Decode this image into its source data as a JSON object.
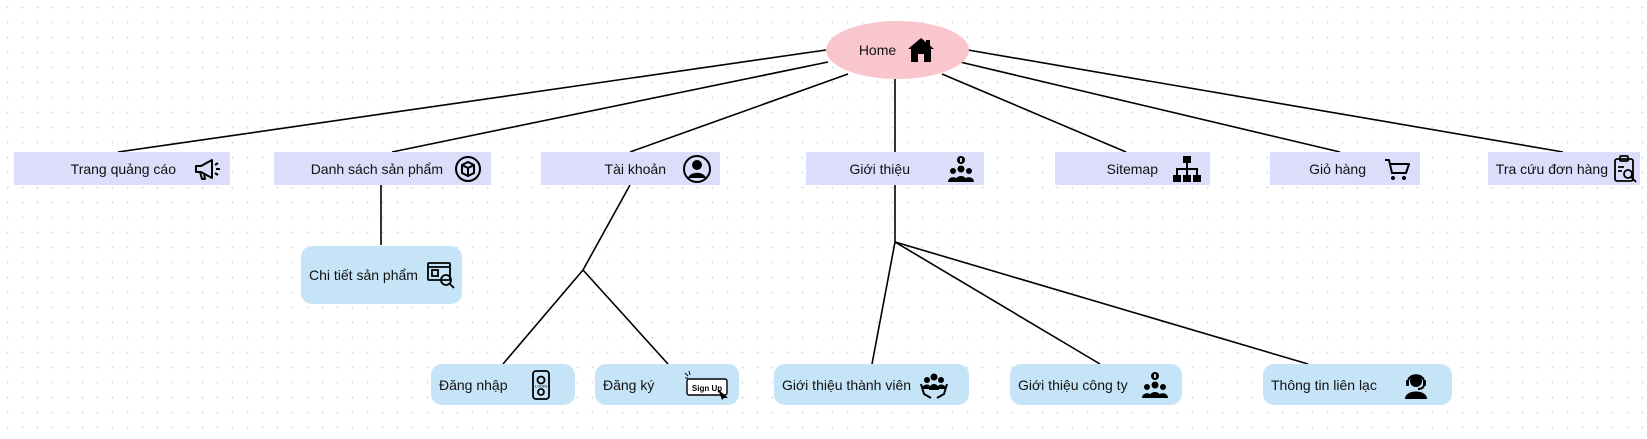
{
  "root": {
    "label": "Home",
    "icon": "home-icon"
  },
  "categories": [
    {
      "label": "Trang quảng cáo",
      "icon": "megaphone-icon"
    },
    {
      "label": "Danh sách sản phẩm",
      "icon": "product-box-icon"
    },
    {
      "label": "Tài khoản",
      "icon": "user-account-icon"
    },
    {
      "label": "Giới thiệu",
      "icon": "group-info-icon"
    },
    {
      "label": "Sitemap",
      "icon": "sitemap-icon"
    },
    {
      "label": "Giỏ hàng",
      "icon": "cart-icon"
    },
    {
      "label": "Tra cứu đơn hàng",
      "icon": "order-clipboard-icon"
    }
  ],
  "children": {
    "product_detail": {
      "label": "Chi tiết sản phẩm",
      "icon": "product-search-icon"
    },
    "login": {
      "label": "Đăng nhập",
      "icon": "login-phone-icon"
    },
    "signup": {
      "label": "Đăng ký",
      "icon": "sign-up-icon",
      "icon_text": "Sign Up"
    },
    "members": {
      "label": "Giới thiệu thành viên",
      "icon": "team-hands-icon"
    },
    "company": {
      "label": "Giới thiệu công ty",
      "icon": "group-info-icon"
    },
    "contact": {
      "label": "Thông tin liên lạc",
      "icon": "support-agent-icon"
    }
  },
  "colors": {
    "root_fill": "#f8c6cc",
    "category_fill": "#dcdcfb",
    "child_fill": "#c6e4f8",
    "connector": "#000000"
  }
}
